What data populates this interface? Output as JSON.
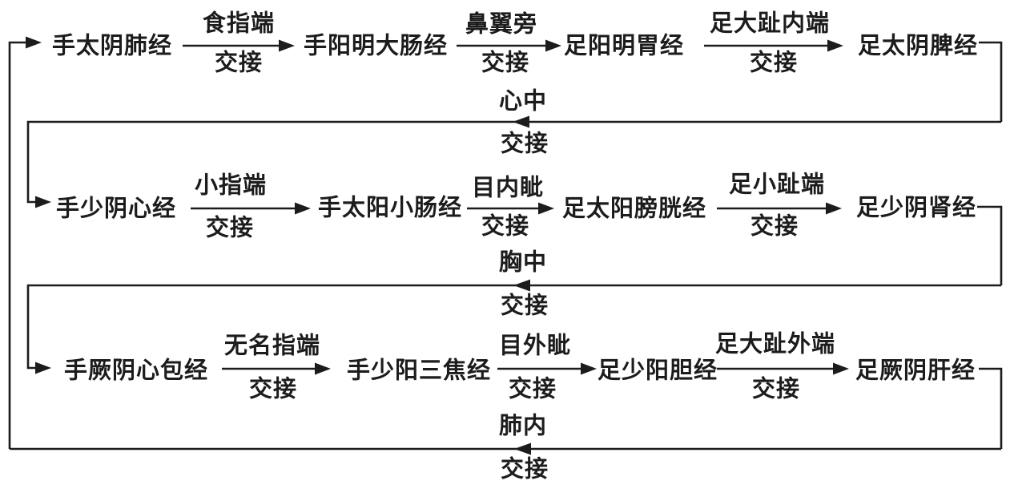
{
  "diagram_type": "meridian-circulation-flowchart",
  "colors": {
    "line": "#1c1c1c",
    "text": "#1c1c1c",
    "background": "#ffffff"
  },
  "rows": [
    {
      "nodes": [
        {
          "label": "手太阴肺经"
        },
        {
          "label": "手阳明大肠经"
        },
        {
          "label": "足阳明胃经"
        },
        {
          "label": "足太阴脾经"
        }
      ],
      "links": [
        {
          "site": "食指端",
          "action": "交接"
        },
        {
          "site": "鼻翼旁",
          "action": "交接"
        },
        {
          "site": "足大趾内端",
          "action": "交接"
        }
      ],
      "return_link": {
        "site": "心中",
        "action": "交接"
      }
    },
    {
      "nodes": [
        {
          "label": "手少阴心经"
        },
        {
          "label": "手太阳小肠经"
        },
        {
          "label": "足太阳膀胱经"
        },
        {
          "label": "足少阴肾经"
        }
      ],
      "links": [
        {
          "site": "小指端",
          "action": "交接"
        },
        {
          "site": "目内眦",
          "action": "交接"
        },
        {
          "site": "足小趾端",
          "action": "交接"
        }
      ],
      "return_link": {
        "site": "胸中",
        "action": "交接"
      }
    },
    {
      "nodes": [
        {
          "label": "手厥阴心包经"
        },
        {
          "label": "手少阳三焦经"
        },
        {
          "label": "足少阳胆经"
        },
        {
          "label": "足厥阴肝经"
        }
      ],
      "links": [
        {
          "site": "无名指端",
          "action": "交接"
        },
        {
          "site": "目外眦",
          "action": "交接"
        },
        {
          "site": "足大趾外端",
          "action": "交接"
        }
      ],
      "return_link": {
        "site": "肺内",
        "action": "交接"
      }
    }
  ]
}
